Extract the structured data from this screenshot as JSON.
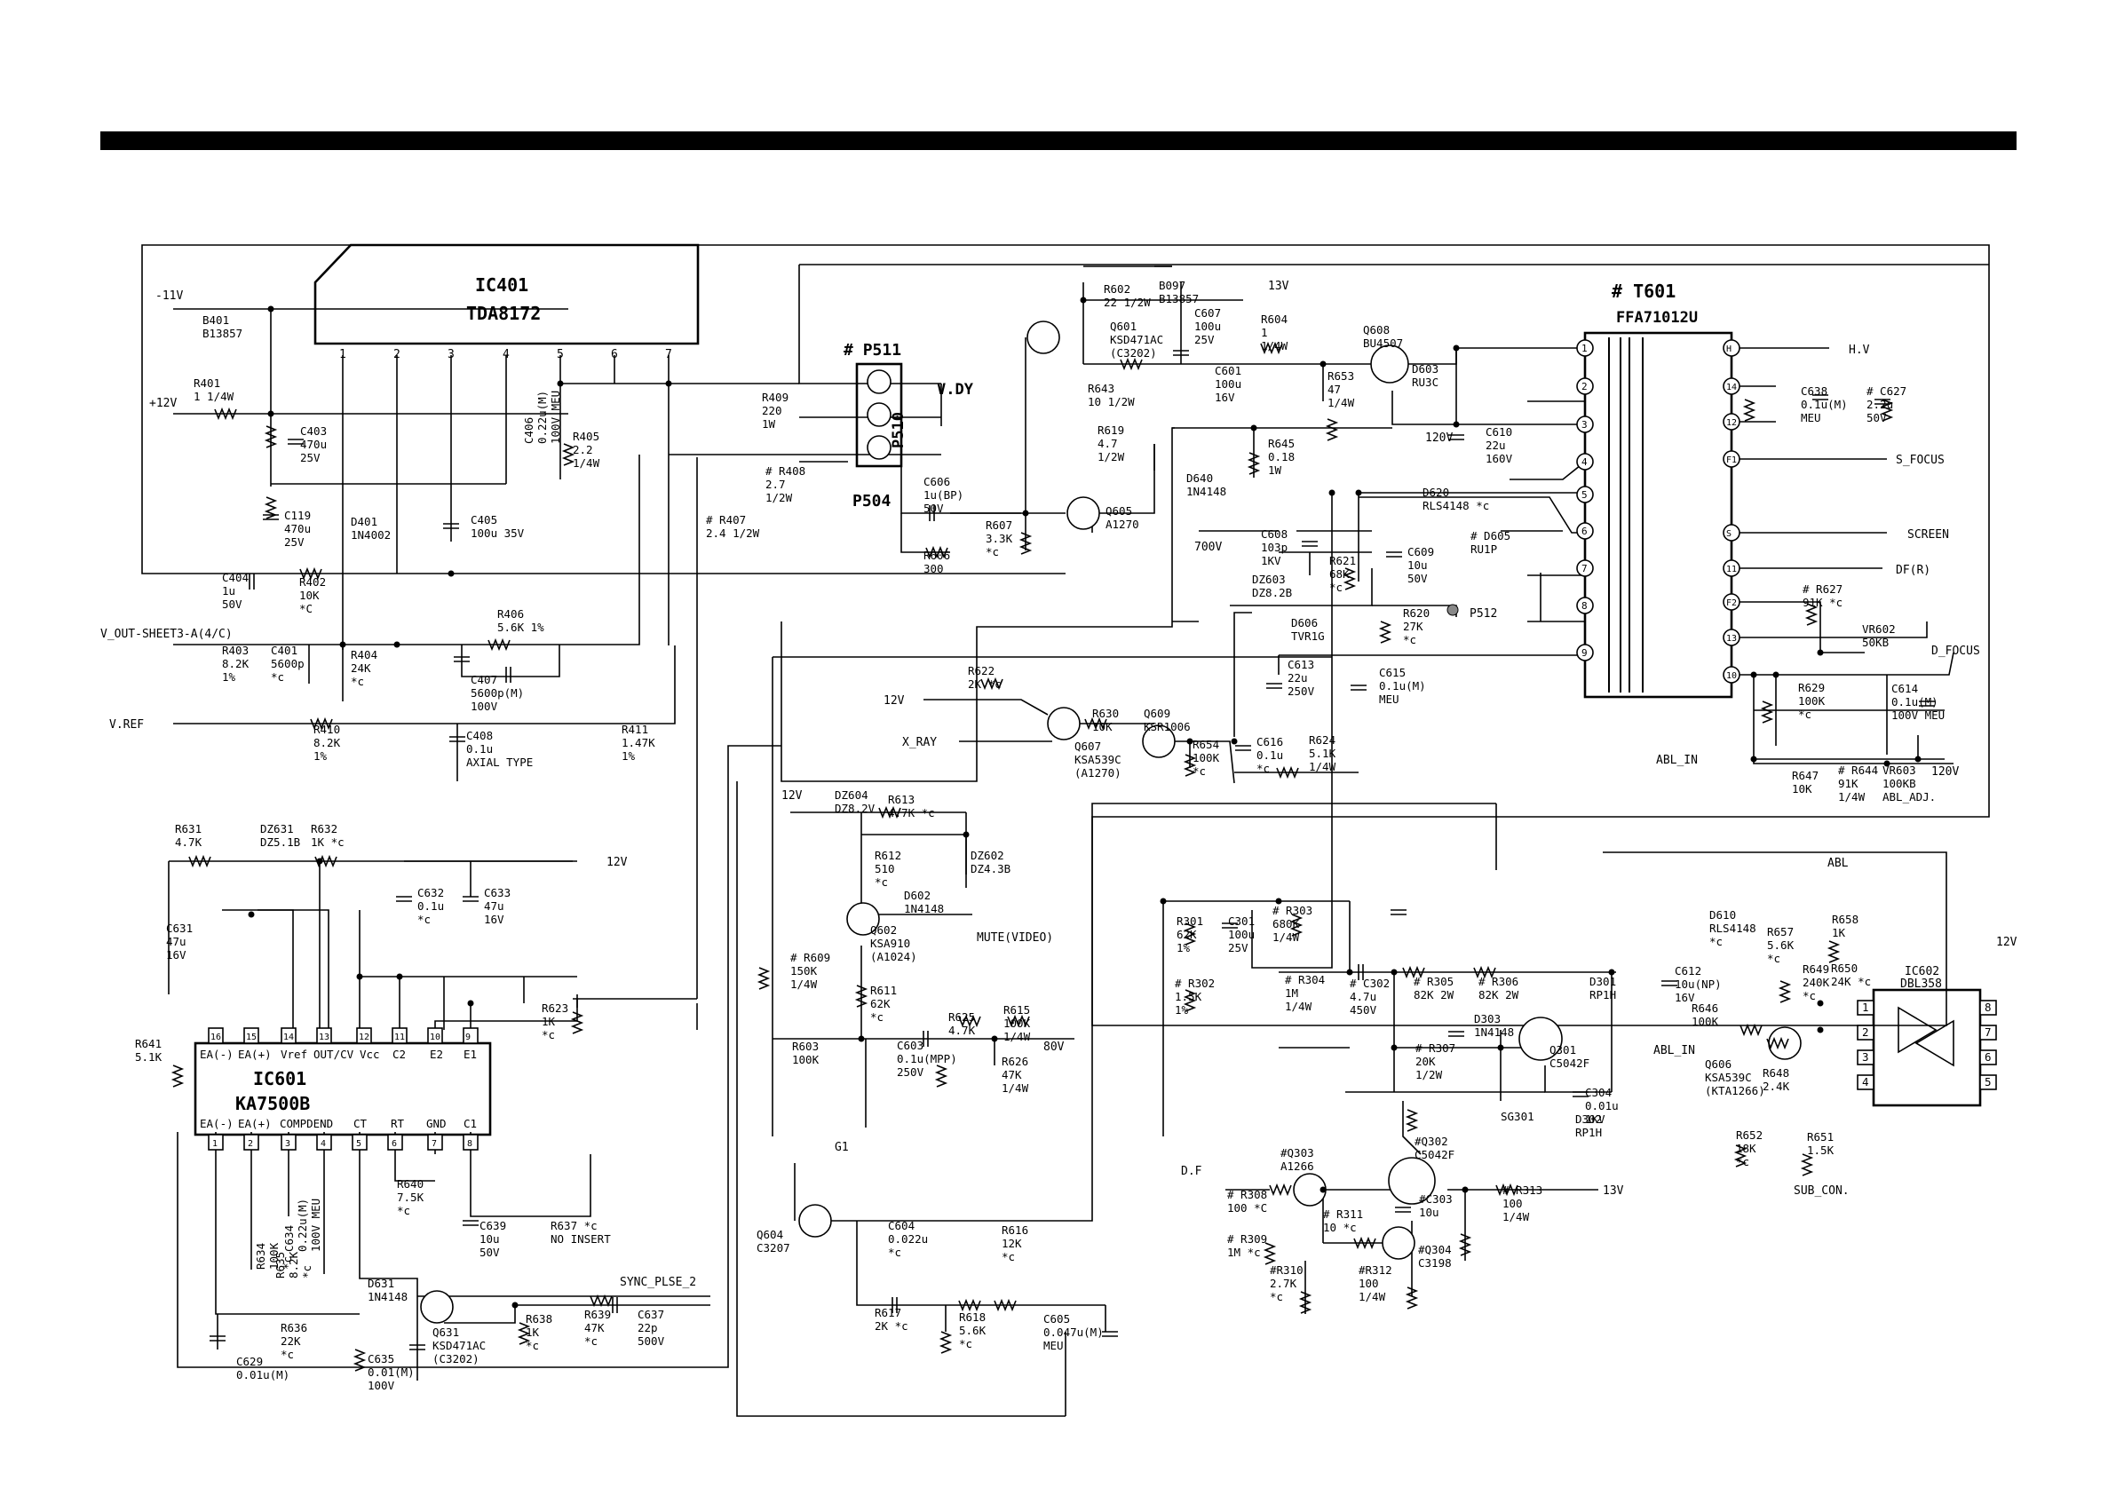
{
  "ic401": {
    "ref": "IC401",
    "part": "TDA8172",
    "pins": [
      "1",
      "2",
      "3",
      "4",
      "5",
      "6",
      "7"
    ]
  },
  "t601": {
    "ref": "T601",
    "part": "FFA71012U",
    "pins_left": [
      "1",
      "2",
      "3",
      "4",
      "5",
      "6",
      "7",
      "8",
      "9"
    ],
    "pins_right": [
      "H",
      "14",
      "12",
      "F1",
      "S",
      "11",
      "F2",
      "13",
      "10"
    ]
  },
  "ic601": {
    "ref": "IC601",
    "part": "KA7500B",
    "top_pins": [
      "16",
      "15",
      "14",
      "13",
      "12",
      "11",
      "10",
      "9"
    ],
    "top_labels": [
      "EA(-)",
      "EA(+)",
      "Vref",
      "OUT/CV",
      "Vcc",
      "C2",
      "E2",
      "E1"
    ],
    "bottom_pins": [
      "1",
      "2",
      "3",
      "4",
      "5",
      "6",
      "7",
      "8"
    ],
    "bottom_labels": [
      "EA(-)",
      "EA(+)",
      "COMPDEND",
      "CT",
      "RT",
      "GND",
      "C1"
    ]
  },
  "ic602": {
    "ref": "IC602",
    "part": "DBL358",
    "pins_left": [
      "1",
      "2",
      "3",
      "4"
    ],
    "pins_right": [
      "8",
      "7",
      "6",
      "5"
    ]
  },
  "connectors": {
    "p511": "P511",
    "p510": "P510",
    "p504": "P504",
    "vdy": "V.DY",
    "p512": "P512"
  },
  "nets": {
    "m11v": "-11V",
    "p12v": "+12V",
    "v_out": "V_OUT-SHEET3-A(4/C)",
    "vref": "V.REF",
    "v13": "13V",
    "hv": "H.V",
    "s_focus": "S_FOCUS",
    "screen": "SCREEN",
    "df_r": "DF(R)",
    "d_focus": "D_FOCUS",
    "abl_in": "ABL_IN",
    "v120": "120V",
    "v120b": "120V",
    "v700": "700V",
    "x_ray": "X_RAY",
    "v12a": "12V",
    "v12b": "12V",
    "v12c": "12V",
    "v12d": "12V",
    "mute": "MUTE(VIDEO)",
    "v80": "80V",
    "g1": "G1",
    "sync": "SYNC_PLSE_2",
    "df": "D.F",
    "v13b": "13V",
    "abl": "ABL",
    "v12e": "12V",
    "abl_in2": "ABL_IN",
    "sub_con": "SUB_CON."
  },
  "components": [
    {
      "id": "b401",
      "lines": [
        "B401",
        "B13857"
      ]
    },
    {
      "id": "r401",
      "lines": [
        "R401",
        "1 1/4W"
      ]
    },
    {
      "id": "c403",
      "lines": [
        "C403",
        "470u",
        "25V"
      ]
    },
    {
      "id": "c119",
      "lines": [
        "C119",
        "470u",
        "25V"
      ]
    },
    {
      "id": "d401",
      "lines": [
        "D401",
        "1N4002"
      ]
    },
    {
      "id": "c405",
      "lines": [
        "C405",
        "100u  35V"
      ]
    },
    {
      "id": "c406",
      "lines": [
        "C406",
        "0.22u(M)",
        "100V MEU"
      ]
    },
    {
      "id": "r405",
      "lines": [
        "R405",
        "2.2",
        "1/4W"
      ]
    },
    {
      "id": "c404",
      "lines": [
        "C404",
        "1u",
        "50V"
      ]
    },
    {
      "id": "r402",
      "lines": [
        "R402",
        "10K",
        "*C"
      ]
    },
    {
      "id": "r406",
      "lines": [
        "R406",
        "5.6K  1%"
      ]
    },
    {
      "id": "r403",
      "lines": [
        "R403",
        "8.2K",
        "1%"
      ]
    },
    {
      "id": "c401",
      "lines": [
        "C401",
        "5600p",
        "*c"
      ]
    },
    {
      "id": "r404",
      "lines": [
        "R404",
        "24K",
        "*c"
      ]
    },
    {
      "id": "c407",
      "lines": [
        "C407",
        "5600p(M)",
        "100V"
      ]
    },
    {
      "id": "r410",
      "lines": [
        "R410",
        "8.2K",
        "1%"
      ]
    },
    {
      "id": "c408",
      "lines": [
        "C408",
        "0.1u",
        "AXIAL TYPE"
      ]
    },
    {
      "id": "r411",
      "lines": [
        "R411",
        "1.47K",
        "1%"
      ]
    },
    {
      "id": "r409",
      "lines": [
        "R409",
        "220",
        "1W"
      ]
    },
    {
      "id": "r408",
      "lines": [
        "# R408",
        "2.7",
        "1/2W"
      ]
    },
    {
      "id": "r407",
      "lines": [
        "# R407",
        "2.4 1/2W"
      ]
    },
    {
      "id": "c606",
      "lines": [
        "C606",
        "1u(BP)",
        "50V"
      ]
    },
    {
      "id": "r606",
      "lines": [
        "R606",
        "300"
      ]
    },
    {
      "id": "r607",
      "lines": [
        "R607",
        "3.3K",
        "*c"
      ]
    },
    {
      "id": "r602",
      "lines": [
        "R602",
        "22 1/2W"
      ]
    },
    {
      "id": "b097",
      "lines": [
        "B097",
        "B13857"
      ]
    },
    {
      "id": "q601",
      "lines": [
        "Q601",
        "KSD471AC",
        "(C3202)"
      ]
    },
    {
      "id": "r643",
      "lines": [
        "R643",
        "10  1/2W"
      ]
    },
    {
      "id": "c607",
      "lines": [
        "C607",
        "100u",
        "25V"
      ]
    },
    {
      "id": "c601",
      "lines": [
        "C601",
        "100u",
        "16V"
      ]
    },
    {
      "id": "r604",
      "lines": [
        "R604",
        "1",
        "1/4W"
      ]
    },
    {
      "id": "r653",
      "lines": [
        "R653",
        "47",
        "1/4W"
      ]
    },
    {
      "id": "q608",
      "lines": [
        "Q608",
        "BU4507"
      ]
    },
    {
      "id": "d603",
      "lines": [
        "D603",
        "RU3C"
      ]
    },
    {
      "id": "r619",
      "lines": [
        "R619",
        "4.7",
        "1/2W"
      ]
    },
    {
      "id": "q605",
      "lines": [
        "Q605",
        "A1270"
      ]
    },
    {
      "id": "r645",
      "lines": [
        "R645",
        "0.18",
        "1W"
      ]
    },
    {
      "id": "d640",
      "lines": [
        "D640",
        "1N4148"
      ]
    },
    {
      "id": "c610",
      "lines": [
        "C610",
        "22u",
        "160V"
      ]
    },
    {
      "id": "d620",
      "lines": [
        "D620",
        "RLS4148 *c"
      ]
    },
    {
      "id": "c608",
      "lines": [
        "C608",
        "103p",
        "1KV"
      ]
    },
    {
      "id": "d605",
      "lines": [
        "# D605",
        "RU1P"
      ]
    },
    {
      "id": "r621",
      "lines": [
        "R621",
        "68K",
        "*c"
      ]
    },
    {
      "id": "c609",
      "lines": [
        "C609",
        "10u",
        "50V"
      ]
    },
    {
      "id": "dz603",
      "lines": [
        "DZ603",
        "DZ8.2B"
      ]
    },
    {
      "id": "r620",
      "lines": [
        "R620",
        "27K",
        "*c"
      ]
    },
    {
      "id": "d606",
      "lines": [
        "D606",
        "TVR1G"
      ]
    },
    {
      "id": "c613",
      "lines": [
        "C613",
        "22u",
        "250V"
      ]
    },
    {
      "id": "c615",
      "lines": [
        "C615",
        "0.1u(M)",
        "MEU"
      ]
    },
    {
      "id": "c638",
      "lines": [
        "C638",
        "0.1u(M)",
        "MEU"
      ]
    },
    {
      "id": "c627",
      "lines": [
        "# C627",
        "2.2u",
        "50V"
      ]
    },
    {
      "id": "r627",
      "lines": [
        "# R627",
        "91K *c"
      ]
    },
    {
      "id": "vr602",
      "lines": [
        "VR602",
        "50KB"
      ]
    },
    {
      "id": "r629",
      "lines": [
        "R629",
        "100K",
        "*c"
      ]
    },
    {
      "id": "c614",
      "lines": [
        "C614",
        "0.1u(M)",
        "100V MEU"
      ]
    },
    {
      "id": "r647",
      "lines": [
        "R647",
        "10K"
      ]
    },
    {
      "id": "r644",
      "lines": [
        "# R644",
        "91K",
        "1/4W"
      ]
    },
    {
      "id": "vr603",
      "lines": [
        "VR603",
        "100KB",
        "ABL_ADJ."
      ]
    },
    {
      "id": "r622",
      "lines": [
        "R622",
        "2K *c"
      ]
    },
    {
      "id": "r630",
      "lines": [
        "R630",
        "10K"
      ]
    },
    {
      "id": "q607",
      "lines": [
        "Q607",
        "KSA539C",
        "(A1270)"
      ]
    },
    {
      "id": "q609",
      "lines": [
        "Q609",
        "KSR1006"
      ]
    },
    {
      "id": "r654",
      "lines": [
        "R654",
        "100K",
        "*c"
      ]
    },
    {
      "id": "c616",
      "lines": [
        "C616",
        "0.1u",
        "*c"
      ]
    },
    {
      "id": "r624",
      "lines": [
        "R624",
        "5.1K",
        "1/4W"
      ]
    },
    {
      "id": "dz604",
      "lines": [
        "DZ604",
        "DZ8.2V"
      ]
    },
    {
      "id": "r613",
      "lines": [
        "R613",
        "4.7K *c"
      ]
    },
    {
      "id": "dz602",
      "lines": [
        "DZ602",
        "DZ4.3B"
      ]
    },
    {
      "id": "r612",
      "lines": [
        "R612",
        "510",
        "*c"
      ]
    },
    {
      "id": "d602",
      "lines": [
        "D602",
        "1N4148"
      ]
    },
    {
      "id": "q602",
      "lines": [
        "Q602",
        "KSA910",
        "(A1024)"
      ]
    },
    {
      "id": "r609",
      "lines": [
        "# R609",
        "150K",
        "1/4W"
      ]
    },
    {
      "id": "r611",
      "lines": [
        "R611",
        "62K",
        "*c"
      ]
    },
    {
      "id": "r603",
      "lines": [
        "R603",
        "100K"
      ]
    },
    {
      "id": "c603",
      "lines": [
        "C603",
        "0.1u(MPP)",
        "250V"
      ]
    },
    {
      "id": "r625",
      "lines": [
        "R625",
        "4.7K"
      ]
    },
    {
      "id": "r615",
      "lines": [
        "R615",
        "100K",
        "1/4W"
      ]
    },
    {
      "id": "r626",
      "lines": [
        "R626",
        "47K",
        "1/4W"
      ]
    },
    {
      "id": "q604",
      "lines": [
        "Q604",
        "C3207"
      ]
    },
    {
      "id": "c604",
      "lines": [
        "C604",
        "0.022u",
        "*c"
      ]
    },
    {
      "id": "r616",
      "lines": [
        "R616",
        "12K",
        "*c"
      ]
    },
    {
      "id": "r617",
      "lines": [
        "R617",
        "2K *c"
      ]
    },
    {
      "id": "r618",
      "lines": [
        "R618",
        "5.6K",
        "*c"
      ]
    },
    {
      "id": "c605",
      "lines": [
        "C605",
        "0.047u(M)",
        "MEU"
      ]
    },
    {
      "id": "r631",
      "lines": [
        "R631",
        "4.7K"
      ]
    },
    {
      "id": "dz631",
      "lines": [
        "DZ631",
        "DZ5.1B"
      ]
    },
    {
      "id": "r632",
      "lines": [
        "R632",
        "1K *c"
      ]
    },
    {
      "id": "c632",
      "lines": [
        "C632",
        "0.1u",
        "*c"
      ]
    },
    {
      "id": "c633",
      "lines": [
        "C633",
        "47u",
        "16V"
      ]
    },
    {
      "id": "c631",
      "lines": [
        "C631",
        "47u",
        "16V"
      ]
    },
    {
      "id": "r641",
      "lines": [
        "R641",
        "5.1K"
      ]
    },
    {
      "id": "r623",
      "lines": [
        "R623",
        "1K",
        "*c"
      ]
    },
    {
      "id": "r640",
      "lines": [
        "R640",
        "7.5K",
        "*c"
      ]
    },
    {
      "id": "c639",
      "lines": [
        "C639",
        "10u",
        "50V"
      ]
    },
    {
      "id": "r637",
      "lines": [
        "R637 *c",
        "NO INSERT"
      ]
    },
    {
      "id": "c634",
      "lines": [
        "C634",
        "0.22u(M)",
        "100V MEU"
      ]
    },
    {
      "id": "r634",
      "lines": [
        "R634",
        "100K",
        "*c"
      ]
    },
    {
      "id": "r635",
      "lines": [
        "R635",
        "8.2K",
        "*c"
      ]
    },
    {
      "id": "r636",
      "lines": [
        "R636",
        "22K",
        "*c"
      ]
    },
    {
      "id": "d631",
      "lines": [
        "D631",
        "1N4148"
      ]
    },
    {
      "id": "q631",
      "lines": [
        "Q631",
        "KSD471AC",
        "(C3202)"
      ]
    },
    {
      "id": "r638",
      "lines": [
        "R638",
        "1K",
        "*c"
      ]
    },
    {
      "id": "r639",
      "lines": [
        "R639",
        "47K",
        "*c"
      ]
    },
    {
      "id": "c637",
      "lines": [
        "C637",
        "22p",
        "500V"
      ]
    },
    {
      "id": "c629",
      "lines": [
        "C629",
        "0.01u(M)"
      ]
    },
    {
      "id": "c635",
      "lines": [
        "C635",
        "0.01(M)",
        "100V"
      ]
    },
    {
      "id": "r301",
      "lines": [
        "R301",
        "62K",
        "1%"
      ]
    },
    {
      "id": "r302",
      "lines": [
        "# R302",
        "1.5K",
        "1%"
      ]
    },
    {
      "id": "c301",
      "lines": [
        "C301",
        "100u",
        "25V"
      ]
    },
    {
      "id": "r303",
      "lines": [
        "# R303",
        "680K",
        "1/4W"
      ]
    },
    {
      "id": "r304",
      "lines": [
        "# R304",
        "1M",
        "1/4W"
      ]
    },
    {
      "id": "c302",
      "lines": [
        "# C302",
        "4.7u",
        "450V"
      ]
    },
    {
      "id": "r305",
      "lines": [
        "# R305",
        "82K 2W"
      ]
    },
    {
      "id": "r306",
      "lines": [
        "# R306",
        "82K 2W"
      ]
    },
    {
      "id": "d303",
      "lines": [
        "D303",
        "1N4148"
      ]
    },
    {
      "id": "r307",
      "lines": [
        "# R307",
        "20K",
        "1/2W"
      ]
    },
    {
      "id": "d301",
      "lines": [
        "D301",
        "RP1H"
      ]
    },
    {
      "id": "q301",
      "lines": [
        "Q301",
        "C5042F"
      ]
    },
    {
      "id": "c304",
      "lines": [
        "C304",
        "0.01u",
        "1KV"
      ]
    },
    {
      "id": "sg301",
      "lines": [
        "SG301"
      ]
    },
    {
      "id": "d302",
      "lines": [
        "D302",
        "RP1H"
      ]
    },
    {
      "id": "q302",
      "lines": [
        "#Q302",
        "C5042F"
      ]
    },
    {
      "id": "c303",
      "lines": [
        "#C303",
        "10u"
      ]
    },
    {
      "id": "r313",
      "lines": [
        "# R313",
        "100",
        "1/4W"
      ]
    },
    {
      "id": "q303",
      "lines": [
        "#Q303",
        "A1266"
      ]
    },
    {
      "id": "r308",
      "lines": [
        "# R308",
        "100 *C"
      ]
    },
    {
      "id": "r309",
      "lines": [
        "# R309",
        "1M *c"
      ]
    },
    {
      "id": "r310",
      "lines": [
        "#R310",
        "2.7K",
        "*c"
      ]
    },
    {
      "id": "r311",
      "lines": [
        "# R311",
        "10 *c"
      ]
    },
    {
      "id": "q304",
      "lines": [
        "#Q304",
        "C3198"
      ]
    },
    {
      "id": "r312",
      "lines": [
        "#R312",
        "100",
        "1/4W"
      ]
    },
    {
      "id": "d610",
      "lines": [
        "D610",
        "RLS4148",
        "*c"
      ]
    },
    {
      "id": "c612",
      "lines": [
        "C612",
        "10u(NP)",
        "16V"
      ]
    },
    {
      "id": "r657",
      "lines": [
        "R657",
        "5.6K",
        "*c"
      ]
    },
    {
      "id": "r658",
      "lines": [
        "R658",
        "1K"
      ]
    },
    {
      "id": "r649",
      "lines": [
        "R649",
        "240K",
        "*c"
      ]
    },
    {
      "id": "r650",
      "lines": [
        "R650",
        "24K *c"
      ]
    },
    {
      "id": "r646",
      "lines": [
        "R646",
        "100K"
      ]
    },
    {
      "id": "q606",
      "lines": [
        "Q606",
        "KSA539C",
        "(KTA1266)"
      ]
    },
    {
      "id": "r648",
      "lines": [
        "R648",
        "2.4K"
      ]
    },
    {
      "id": "r652",
      "lines": [
        "R652",
        "18K",
        "*c"
      ]
    },
    {
      "id": "r651",
      "lines": [
        "R651",
        "1.5K"
      ]
    }
  ]
}
